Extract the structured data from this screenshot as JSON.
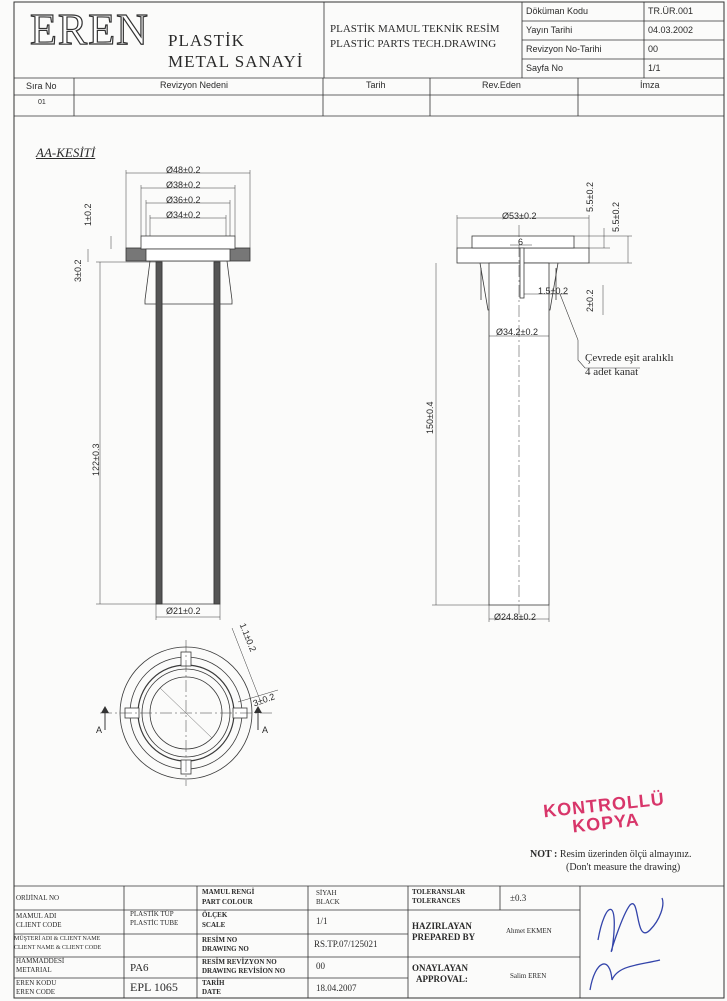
{
  "header": {
    "logo": "EREN",
    "company_line1": "PLASTİK",
    "company_line2": "METAL SANAYİ",
    "doc_title_tr": "PLASTİK MAMUL TEKNİK RESİM",
    "doc_title_en": "PLASTİC PARTS TECH.DRAWING",
    "meta": [
      {
        "label": "Döküman Kodu",
        "value": "TR.ÜR.001"
      },
      {
        "label": "Yayın Tarihi",
        "value": "04.03.2002"
      },
      {
        "label": "Revizyon No-Tarihi",
        "value": "00"
      },
      {
        "label": "Sayfa No",
        "value": "1/1"
      }
    ]
  },
  "revision_table": {
    "headers": [
      "Sıra No",
      "Revizyon Nedeni",
      "Tarih",
      "Rev.Eden",
      "İmza"
    ],
    "rows": [
      [
        "01",
        "",
        "",
        "",
        ""
      ]
    ]
  },
  "drawing": {
    "section_title": "AA-KESİTİ",
    "left_dims": [
      "Ø48±0.2",
      "Ø38±0.2",
      "Ø36±0.2",
      "Ø34±0.2",
      "1±0.2",
      "3±0.2",
      "122±0.3",
      "Ø21±0.2"
    ],
    "right_dims": [
      "Ø53±0.2",
      "6",
      "5.5±0.2",
      "5.5±0.2",
      "1.5±0.2",
      "2±0.2",
      "Ø34.2±0.2",
      "150±0.4",
      "Ø24.8±0.2"
    ],
    "note_line1": "Çevrede eşit aralıklı",
    "note_line2": "4 adet kanat",
    "plan_dims": [
      "1.1±0.2",
      "3±0.2"
    ],
    "section_mark": "A"
  },
  "stamp": {
    "line1": "KONTROLLÜ",
    "line2": "KOPYA",
    "color": "#d8366a"
  },
  "note": {
    "label": "NOT :",
    "tr": "Resim üzerinden ölçü almayınız.",
    "en": "(Don't measure the drawing)"
  },
  "title_block": {
    "orijinal_no": "ORİJİNAL NO",
    "client_code_tr": "MAMUL ADI",
    "client_code_en": "CLIENT CODE",
    "client_name_tr": "MÜŞTERİ ADI & CLIENT NAME",
    "client_name_en": "CLIENT NAME & CLIENT CODE",
    "material_tr": "HAMMADDESİ",
    "material_en": "METARIAL",
    "eren_code_tr": "EREN KODU",
    "eren_code_en": "EREN CODE",
    "part_name_1": "PLASTİK TÜP",
    "part_name_2": "PLASTİC TUBE",
    "material_value": "PA6",
    "eren_code_value": "EPL 1065",
    "colour_tr": "MAMUL RENGİ",
    "colour_en": "PART COLOUR",
    "colour_value_tr": "SİYAH",
    "colour_value_en": "BLACK",
    "scale_tr": "ÖLÇEK",
    "scale_en": "SCALE",
    "scale_value": "1/1",
    "drawing_no_tr": "RESİM NO",
    "drawing_no_en": "DRAWING NO",
    "drawing_no_value": "RS.TP.07/125021",
    "rev_no_tr": "RESİM REVİZYON NO",
    "rev_no_en": "DRAWING REVİSİON NO",
    "rev_no_value": "00",
    "date_tr": "TARİH",
    "date_en": "DATE",
    "date_value": "18.04.2007",
    "tol_tr": "TOLERANSLAR",
    "tol_en": "TOLERANCES",
    "tol_value": "±0.3",
    "prepared_tr": "HAZIRLAYAN",
    "prepared_en": "PREPARED BY",
    "prepared_value": "Ahmet EKMEN",
    "approval_tr": "ONAYLAYAN",
    "approval_en": "APPROVAL:",
    "approval_value": "Salim EREN"
  }
}
